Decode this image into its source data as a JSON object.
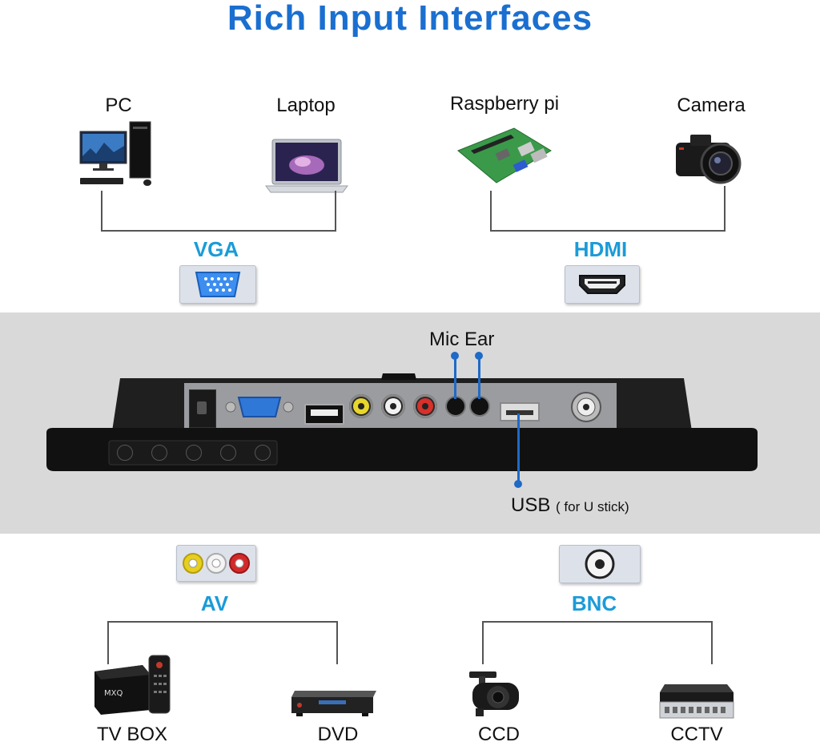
{
  "title": "Rich Input Interfaces",
  "top_left_group": {
    "devices": [
      {
        "label": "PC",
        "icon": "pc-icon"
      },
      {
        "label": "Laptop",
        "icon": "laptop-icon"
      }
    ],
    "interface": "VGA",
    "icon": "vga-port-icon"
  },
  "top_right_group": {
    "devices": [
      {
        "label": "Raspberry pi",
        "icon": "raspberry-pi-icon"
      },
      {
        "label": "Camera",
        "icon": "camera-icon"
      }
    ],
    "interface": "HDMI",
    "icon": "hdmi-port-icon"
  },
  "monitor_ports": {
    "mic_ear_label": "Mic Ear",
    "usb_label": "USB",
    "usb_note": "( for U stick)"
  },
  "bottom_left_group": {
    "interface": "AV",
    "icon": "av-rca-icon",
    "devices": [
      {
        "label": "TV BOX",
        "icon": "tv-box-icon"
      },
      {
        "label": "DVD",
        "icon": "dvd-player-icon"
      }
    ]
  },
  "bottom_right_group": {
    "interface": "BNC",
    "icon": "bnc-port-icon",
    "devices": [
      {
        "label": "CCD",
        "icon": "ccd-camera-icon"
      },
      {
        "label": "CCTV",
        "icon": "cctv-recorder-icon"
      }
    ]
  },
  "colors": {
    "title": "#1a6fd0",
    "interface_label": "#1b9bd8",
    "annotation_line": "#1e6ac7",
    "band_background": "#d9d9d9"
  }
}
